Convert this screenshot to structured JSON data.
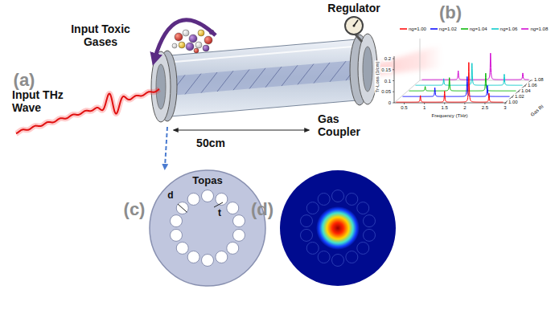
{
  "diagram": {
    "labels": [
      "(a)",
      "Input Toxic Gases",
      "Regulator",
      "Input THz Wave",
      "50cm",
      "Gas Coupler",
      "(b)",
      "Tr-Loss (1/cm)",
      "0.2",
      "0.15",
      "0.1",
      "0.05",
      "0",
      "0.5",
      "1",
      "1.5",
      "2",
      "2.5",
      "3",
      "Frequency (THz)",
      "Gas RI",
      "1.00",
      "1.02",
      "1.04",
      "1.06",
      "1.08",
      "(c)",
      "Topas",
      "d",
      "t",
      "(d)"
    ],
    "legend": [
      {
        "text": "ng=1.00"
      },
      {
        "text": "ng=1.02"
      },
      {
        "text": "ng=1.04"
      },
      {
        "text": "ng=1.06"
      },
      {
        "text": "ng=1.08"
      }
    ]
  }
}
